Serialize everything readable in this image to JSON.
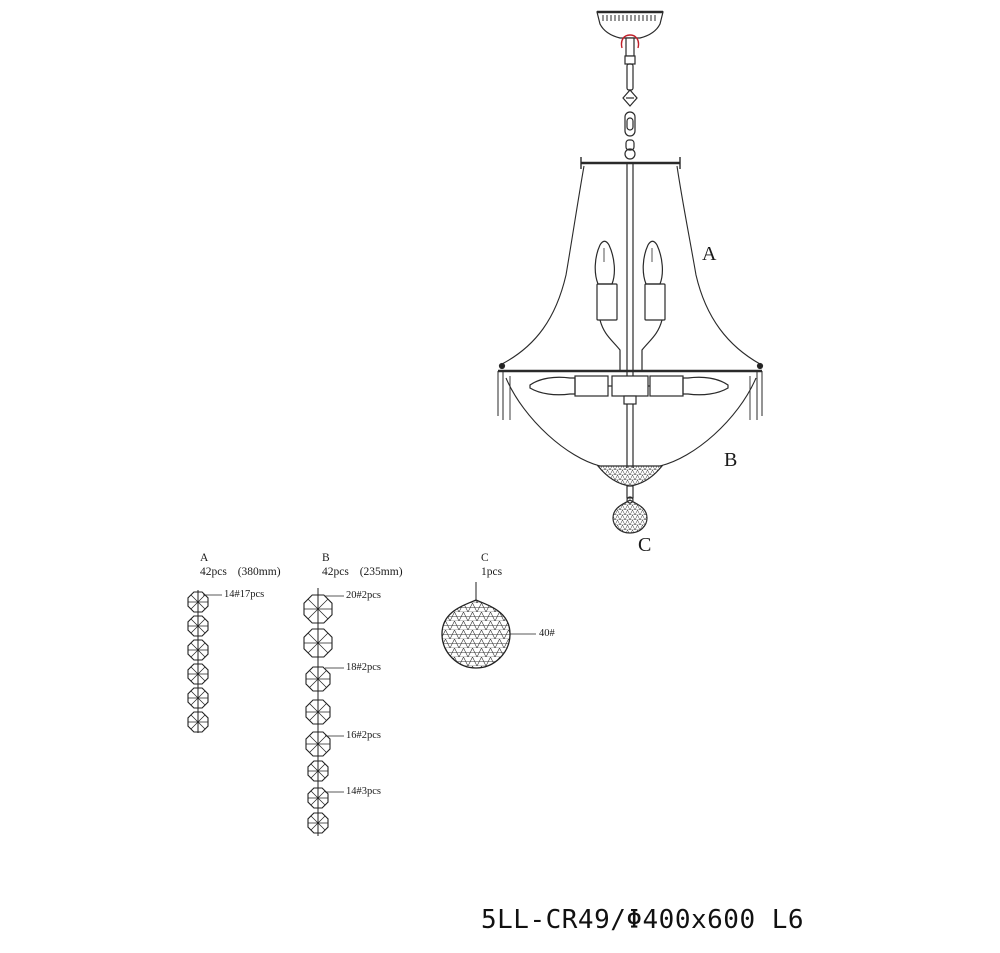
{
  "callouts": {
    "a": "A",
    "b": "B",
    "c": "C"
  },
  "parts": [
    {
      "letter": "A",
      "qty": "42pcs",
      "length": "(380mm)"
    },
    {
      "letter": "B",
      "qty": "42pcs",
      "length": "(235mm)"
    },
    {
      "letter": "C",
      "qty": "1pcs",
      "length": ""
    }
  ],
  "annotations": {
    "a_crystal": "14#17pcs",
    "b_20": "20#2pcs",
    "b_18": "18#2pcs",
    "b_16": "16#2pcs",
    "b_14": "14#3pcs",
    "c_ball": "40#"
  },
  "model_label": "5LL-CR49/Φ400x600 L6"
}
